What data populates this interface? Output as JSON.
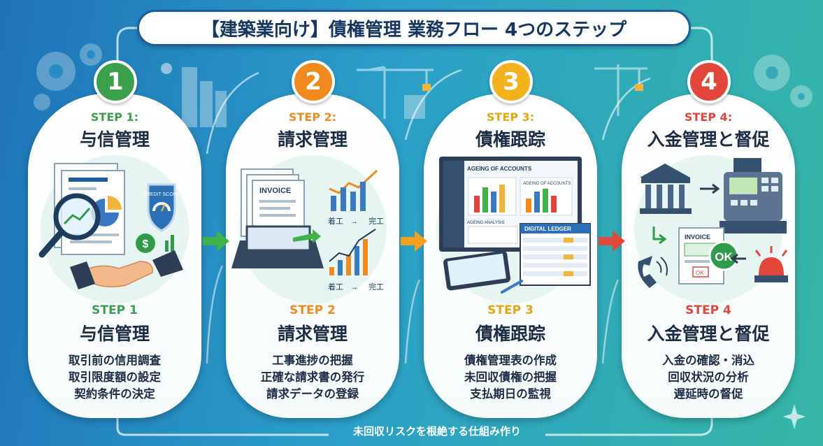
{
  "title": "【建築業向け】債権管理 業務フロー 4つのステップ",
  "bottom_label": "未回収リスクを根絶する仕組み作り",
  "steps": [
    {
      "number": "1",
      "color": "#3aa04b",
      "top_label": "STEP 1:",
      "top_title": "与信管理",
      "bottom_label": "STEP 1",
      "bottom_title": "与信管理",
      "items": [
        "取引前の信用調査",
        "取引限度額の設定",
        "契約条件の決定"
      ],
      "illus_text": {
        "score": "CREDIT SCORE",
        "dollar": "$"
      }
    },
    {
      "number": "2",
      "color": "#f08a1f",
      "top_label": "STEP 2:",
      "top_title": "請求管理",
      "bottom_label": "STEP 2",
      "bottom_title": "請求管理",
      "items": [
        "工事進捗の把握",
        "正確な請求書の発行",
        "請求データの登録"
      ],
      "illus_text": {
        "invoice": "INVOICE",
        "start": "着工",
        "end": "完工",
        "arrow": "→"
      }
    },
    {
      "number": "3",
      "color": "#f2b21c",
      "top_label": "STEP 3:",
      "top_title": "債権跟踪",
      "bottom_label": "STEP 3",
      "bottom_title": "債権跟踪",
      "items": [
        "債権管理表の作成",
        "未回収債権の把握",
        "支払期日の監視"
      ],
      "illus_text": {
        "ageing": "AGEING OF ACCOUNTS",
        "ageing2": "AGEING OF ACCOUNTS",
        "analysis": "AGEING ANALYSIS",
        "ledger": "DIGITAL LEDGER"
      }
    },
    {
      "number": "4",
      "color": "#e2463a",
      "top_label": "STEP 4:",
      "top_title": "入金管理と督促",
      "bottom_label": "STEP 4",
      "bottom_title": "入金管理と督促",
      "items": [
        "入金の確認・消込",
        "回収状況の分析",
        "遅延時の督促"
      ],
      "illus_text": {
        "invoice": "INVOICE",
        "ok": "OK",
        "ok2": "OK"
      }
    }
  ],
  "arrow_colors": [
    "#3fb24a",
    "#f5a11f",
    "#e5473b"
  ]
}
